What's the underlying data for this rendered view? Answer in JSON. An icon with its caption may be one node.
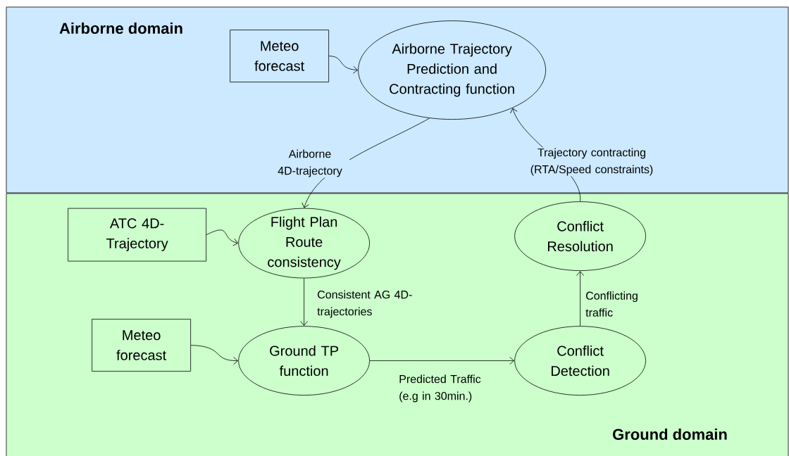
{
  "diagram": {
    "nodes": [
      {
        "text": [
          "Airborne domain"
        ]
      },
      {
        "text": [
          "Ground domain"
        ]
      },
      {
        "text": [
          "Meteo forecast"
        ],
        "in": 0
      },
      {
        "text": [
          "Airborne Trajectory Prediction and Contracting function"
        ],
        "in": 0
      },
      {
        "text": [
          "ATC 4D-Trajectory"
        ],
        "in": 1
      },
      {
        "text": [
          "Flight Plan Route consistency"
        ],
        "in": 1
      },
      {
        "text": [
          "Conflict Resolution"
        ],
        "in": 1
      },
      {
        "text": [
          "Meteo forecast"
        ],
        "in": 1
      },
      {
        "text": [
          "Ground TP function"
        ],
        "in": 1
      },
      {
        "text": [
          "Conflict Detection"
        ],
        "in": 1
      }
    ],
    "edges": [
      {
        "from": 2,
        "to": 3,
        "arrow": "to"
      },
      {
        "from": 3,
        "to": 5,
        "arrow": "to",
        "label": "Airborne 4D-trajectory"
      },
      {
        "from": 6,
        "to": 3,
        "arrow": "to",
        "label": "Trajectory contracting (RTA/Speed constraints)"
      },
      {
        "from": 4,
        "to": 5,
        "arrow": "to"
      },
      {
        "from": 5,
        "to": 8,
        "arrow": "to",
        "label": "Consistent AG 4D-trajectories"
      },
      {
        "from": 7,
        "to": 8,
        "arrow": "to"
      },
      {
        "from": 8,
        "to": 9,
        "arrow": "to",
        "label": "Predicted Traffic (e.g in 30min.)"
      },
      {
        "from": 9,
        "to": 6,
        "arrow": "to",
        "label": "Conflicting traffic"
      }
    ]
  }
}
